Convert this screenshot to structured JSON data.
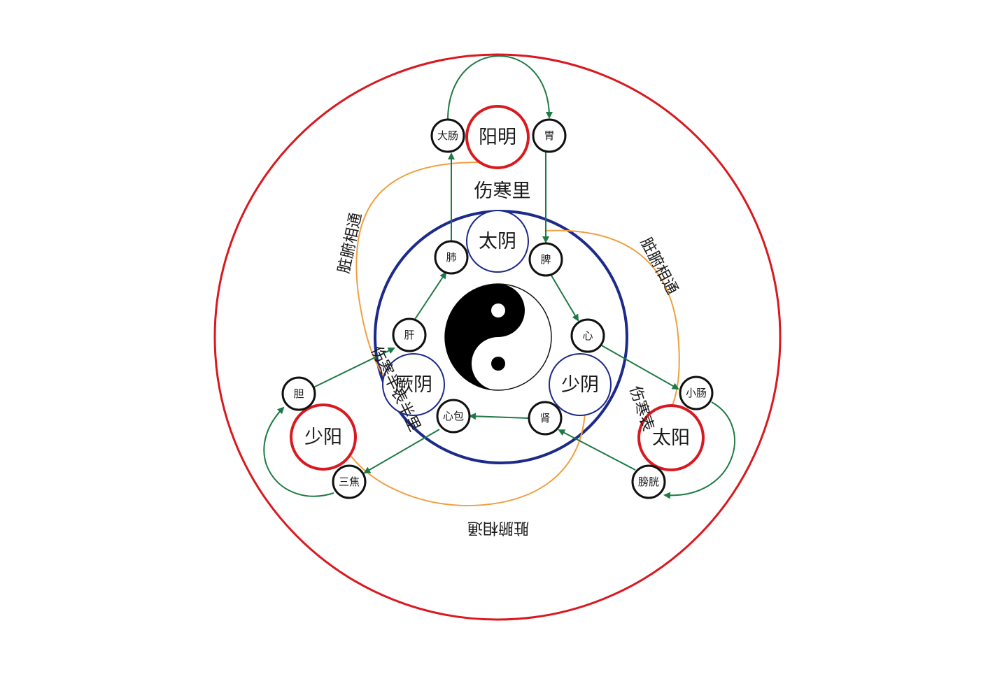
{
  "colors": {
    "outer_ring": "#d9191f",
    "inner_ring": "#1c2a8a",
    "green_arrow": "#1d7a45",
    "orange_link": "#f0a040",
    "organ_ring": "#111111"
  },
  "center_symbol": "taiji-yin-yang",
  "labels": {
    "inner_region": "伤寒里",
    "outer_region_left": "伤寒半表半里",
    "outer_region_right": "伤寒表",
    "zangfu_link_1": "脏腑相通",
    "zangfu_link_2": "脏腑相通",
    "zangfu_link_3": "脏腑相通"
  },
  "channels": {
    "yangming": "阳明",
    "taiyin": "太阴",
    "shaoyin": "少阴",
    "jueyin": "厥阴",
    "shaoyang": "少阳",
    "taiyang": "太阳"
  },
  "organs": {
    "dachang": "大肠",
    "wei": "胃",
    "fei": "肺",
    "pi": "脾",
    "xin": "心",
    "gan": "肝",
    "shen": "肾",
    "xinbao": "心包",
    "dan": "胆",
    "sanjiao": "三焦",
    "xiaochang": "小肠",
    "pangguang": "膀胱"
  }
}
